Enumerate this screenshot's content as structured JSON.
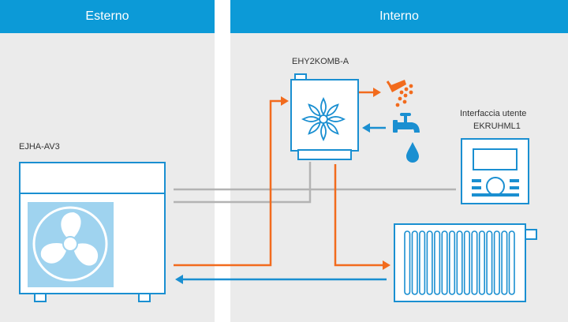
{
  "zones": {
    "outdoor": "Esterno",
    "indoor": "Interno"
  },
  "devices": {
    "heat_pump": "EJHA-AV3",
    "boiler": "EHY2KOMB-A",
    "interface_line1": "Interfaccia utente",
    "interface_line2": "EKRUHML1"
  },
  "icons": {
    "fan": "fan-icon",
    "flame": "flame-icon",
    "shower": "shower-icon",
    "tap": "water-tap-icon",
    "drop": "water-drop-icon"
  },
  "colors": {
    "header_blue": "#0c9ad7",
    "panel_gray": "#ebebeb",
    "flow_orange": "#f26b1d",
    "return_blue": "#1a8fd1",
    "cable_gray": "#b3b3b3",
    "outline_blue": "#1a8fd1",
    "fan_fill": "#9fd3ef"
  }
}
